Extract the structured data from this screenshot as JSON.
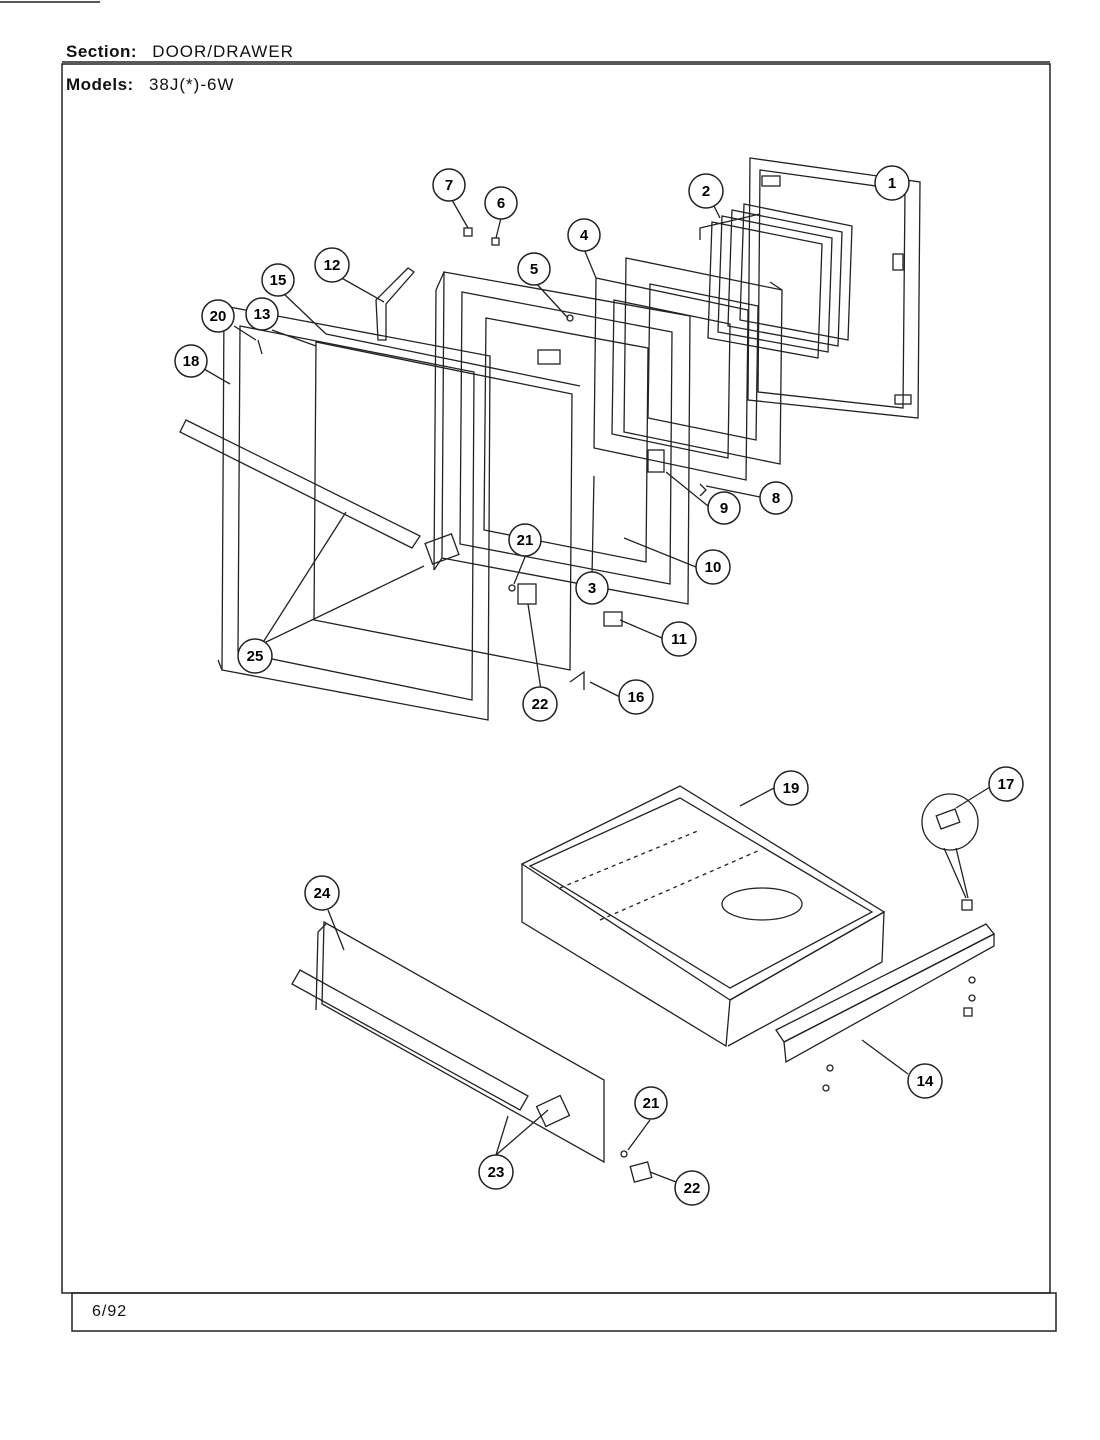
{
  "header": {
    "section_label": "Section:",
    "section_value": "DOOR/DRAWER",
    "models_label": "Models:",
    "models_value": "38J(*)-6W"
  },
  "footer": {
    "date": "6/92"
  },
  "callouts": [
    {
      "id": "c1",
      "label": "1"
    },
    {
      "id": "c2",
      "label": "2"
    },
    {
      "id": "c3",
      "label": "3"
    },
    {
      "id": "c4",
      "label": "4"
    },
    {
      "id": "c5",
      "label": "5"
    },
    {
      "id": "c6",
      "label": "6"
    },
    {
      "id": "c7",
      "label": "7"
    },
    {
      "id": "c8",
      "label": "8"
    },
    {
      "id": "c9",
      "label": "9"
    },
    {
      "id": "c10",
      "label": "10"
    },
    {
      "id": "c11",
      "label": "11"
    },
    {
      "id": "c12",
      "label": "12"
    },
    {
      "id": "c13",
      "label": "13"
    },
    {
      "id": "c14",
      "label": "14"
    },
    {
      "id": "c15",
      "label": "15"
    },
    {
      "id": "c16",
      "label": "16"
    },
    {
      "id": "c17",
      "label": "17"
    },
    {
      "id": "c18",
      "label": "18"
    },
    {
      "id": "c19",
      "label": "19"
    },
    {
      "id": "c20",
      "label": "20"
    },
    {
      "id": "c21a",
      "label": "21"
    },
    {
      "id": "c21b",
      "label": "21"
    },
    {
      "id": "c22a",
      "label": "22"
    },
    {
      "id": "c22b",
      "label": "22"
    },
    {
      "id": "c23",
      "label": "23"
    },
    {
      "id": "c24",
      "label": "24"
    },
    {
      "id": "c25",
      "label": "25"
    }
  ]
}
